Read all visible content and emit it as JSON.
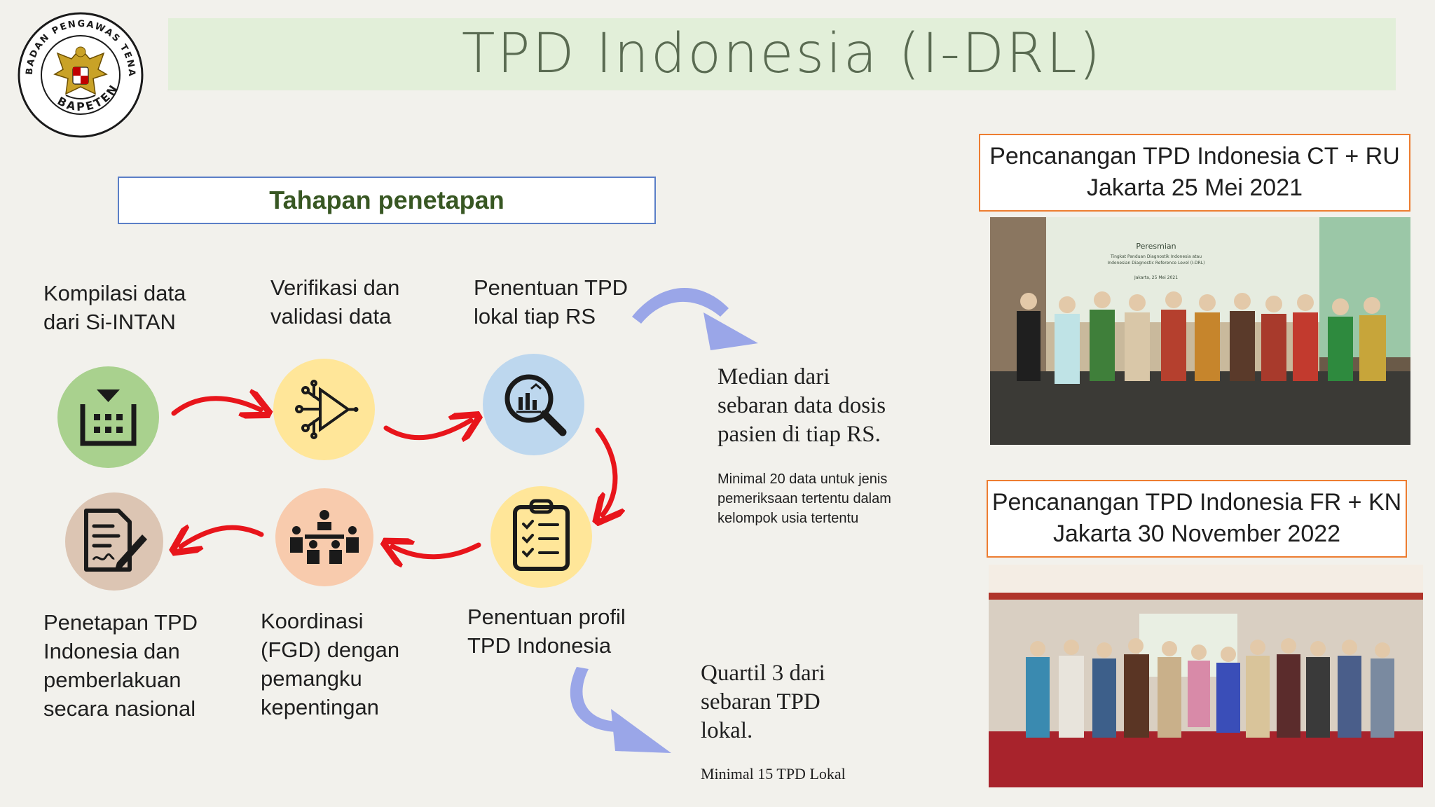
{
  "header": {
    "title": "TPD Indonesia (I-DRL)",
    "logo": {
      "ring_text_top": "BADAN PENGAWAS TENAGA NUKLIR",
      "ring_text_bottom": "BAPETEN",
      "icon": "garuda-emblem-icon"
    }
  },
  "section": {
    "title": "Tahapan penetapan"
  },
  "steps": [
    {
      "label_lines": [
        "Kompilasi data",
        "dari Si-INTAN"
      ],
      "icon": "inbox-tray-icon",
      "color": "#a9d18e"
    },
    {
      "label_lines": [
        "Verifikasi dan",
        "validasi data"
      ],
      "icon": "ai-filter-icon",
      "color": "#ffe699"
    },
    {
      "label_lines": [
        "Penentuan TPD",
        "lokal tiap RS"
      ],
      "icon": "magnify-chart-icon",
      "color": "#bdd7ee"
    },
    {
      "label_lines": [
        "Penentuan profil",
        "TPD Indonesia"
      ],
      "icon": "clipboard-checklist-icon",
      "color": "#ffe699"
    },
    {
      "label_lines": [
        "Koordinasi",
        "(FGD) dengan",
        "pemangku",
        "kepentingan"
      ],
      "icon": "meeting-group-icon",
      "color": "#f8cbad"
    },
    {
      "label_lines": [
        "Penetapan TPD",
        "Indonesia dan",
        "pemberlakuan",
        "secara nasional"
      ],
      "icon": "document-sign-icon",
      "color": "#dcc5b3"
    }
  ],
  "notes": {
    "median": {
      "lines": [
        "Median dari",
        "sebaran data dosis",
        "pasien di tiap RS."
      ],
      "sub_lines": [
        "Minimal 20 data untuk jenis",
        "pemeriksaan tertentu dalam",
        "kelompok usia tertentu"
      ]
    },
    "quartile": {
      "lines": [
        "Quartil 3 dari",
        "sebaran TPD",
        "lokal."
      ],
      "sub": "Minimal 15 TPD Lokal"
    }
  },
  "events": [
    {
      "line1": "Pencanangan TPD Indonesia CT + RU",
      "line2": "Jakarta 25 Mei 2021",
      "photo_banner": [
        "Peresmian",
        "Tingkat Panduan Diagnostik Indonesia atau",
        "Indonesian Diagnostic Reference Level (I-DRL)",
        "Jakarta, 25 Mei 2021"
      ]
    },
    {
      "line1": "Pencanangan TPD Indonesia FR + KN",
      "line2": "Jakarta 30 November 2022"
    }
  ],
  "colors": {
    "arrow_red": "#e8151b",
    "curve_blue": "#9aa6e8",
    "event_border": "#ed7d31",
    "section_border": "#5b7fc7"
  }
}
